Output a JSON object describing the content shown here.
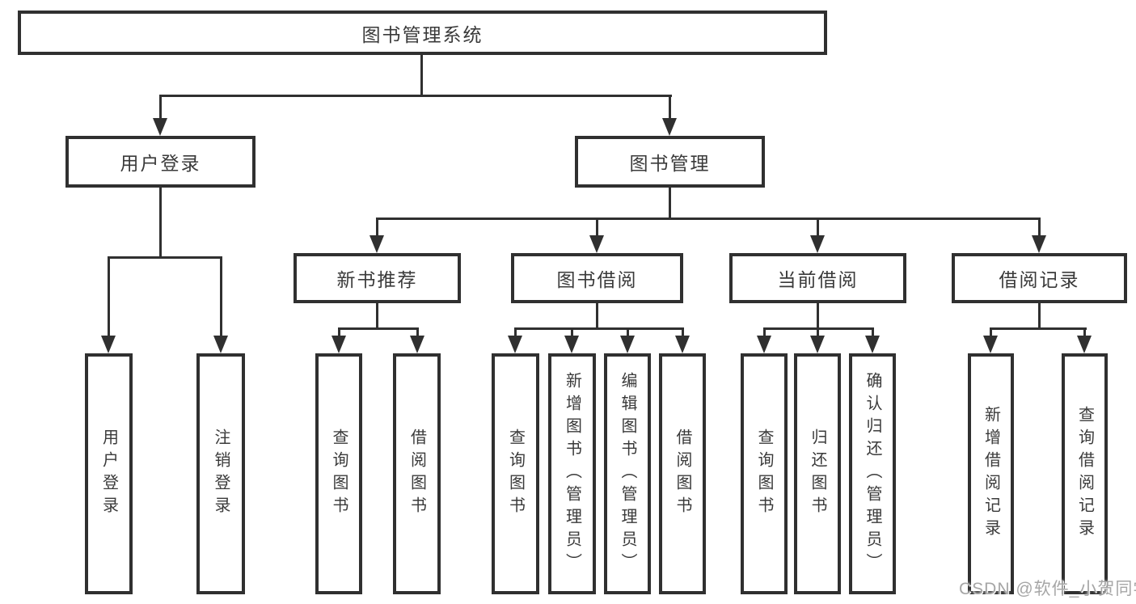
{
  "diagram": {
    "title_node": {
      "label": "图书管理系统"
    },
    "level2": [
      {
        "id": "user-login",
        "label": "用户登录"
      },
      {
        "id": "book-management",
        "label": "图书管理"
      }
    ],
    "level3": [
      {
        "id": "new-book-recommend",
        "label": "新书推荐",
        "parent": "图书管理"
      },
      {
        "id": "book-borrowing",
        "label": "图书借阅",
        "parent": "图书管理"
      },
      {
        "id": "current-borrowing",
        "label": "当前借阅",
        "parent": "图书管理"
      },
      {
        "id": "borrow-records",
        "label": "借阅记录",
        "parent": "图书管理"
      }
    ],
    "level4": [
      {
        "id": "user-login-action",
        "label": "用户登录",
        "parent": "用户登录"
      },
      {
        "id": "logout-action",
        "label": "注销登录",
        "parent": "用户登录"
      },
      {
        "id": "search-books-recommend",
        "label": "查询图书",
        "parent": "新书推荐"
      },
      {
        "id": "borrow-books-recommend",
        "label": "借阅图书",
        "parent": "新书推荐"
      },
      {
        "id": "search-books-borrowing",
        "label": "查询图书",
        "parent": "图书借阅"
      },
      {
        "id": "add-books-admin",
        "label": "新增图书（管理员）",
        "parent": "图书借阅"
      },
      {
        "id": "edit-books-admin",
        "label": "编辑图书（管理员）",
        "parent": "图书借阅"
      },
      {
        "id": "borrow-books-borrowing",
        "label": "借阅图书",
        "parent": "图书借阅"
      },
      {
        "id": "search-books-current",
        "label": "查询图书",
        "parent": "当前借阅"
      },
      {
        "id": "return-books",
        "label": "归还图书",
        "parent": "当前借阅"
      },
      {
        "id": "confirm-return-admin",
        "label": "确认归还（管理员）",
        "parent": "当前借阅"
      },
      {
        "id": "add-borrow-record",
        "label": "新增借阅记录",
        "parent": "借阅记录"
      },
      {
        "id": "search-borrow-record",
        "label": "查询借阅记录",
        "parent": "借阅记录"
      }
    ],
    "colors": {
      "line": "#303030",
      "text": "#3a3a3a",
      "background": "#ffffff",
      "watermark": "#a6a6a6"
    }
  },
  "watermark": {
    "text": "CSDN @软件_小贺同学"
  }
}
